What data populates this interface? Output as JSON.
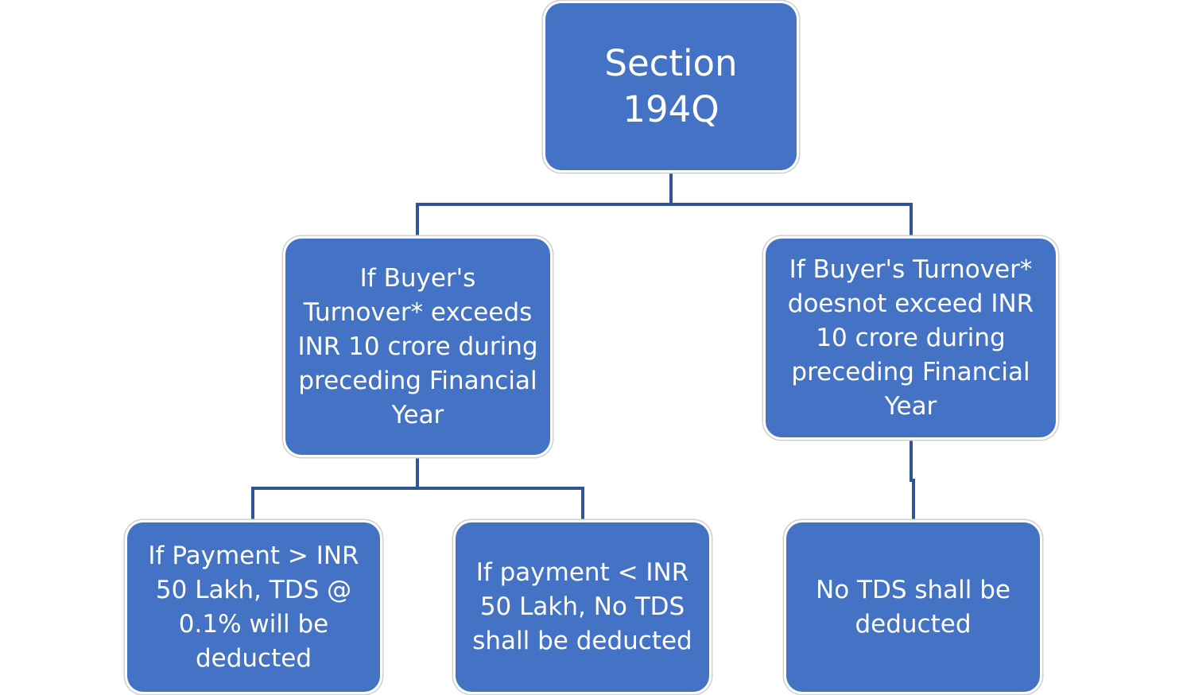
{
  "diagram": {
    "root": {
      "line1": "Section",
      "line2": "194Q"
    },
    "branch_left": "If Buyer's Turnover* exceeds INR 10 crore during preceding Financial Year",
    "branch_right": "If Buyer's Turnover* doesnot exceed INR 10 crore during preceding Financial Year",
    "leaf_left_1": "If Payment > INR 50 Lakh, TDS @ 0.1% will be deducted",
    "leaf_left_2": "If payment < INR 50 Lakh, No TDS shall be deducted",
    "leaf_right": "No TDS shall be deducted",
    "colors": {
      "box_fill": "#4472C4",
      "connector": "#2F5597"
    }
  }
}
